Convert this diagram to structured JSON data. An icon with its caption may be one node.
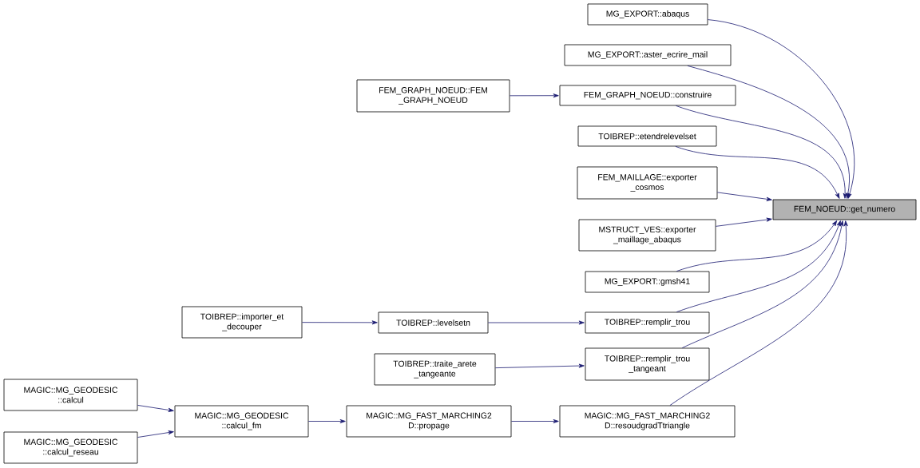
{
  "diagram": {
    "nodes": [
      {
        "text": [
          "FEM_NOEUD::get_numero"
        ]
      },
      {
        "text": [
          "MG_EXPORT::abaqus"
        ]
      },
      {
        "text": [
          "MG_EXPORT::aster_ecrire_mail"
        ]
      },
      {
        "text": [
          "FEM_GRAPH_NOEUD::construire"
        ]
      },
      {
        "text": [
          "FEM_GRAPH_NOEUD::FEM _GRAPH_NOEUD"
        ]
      },
      {
        "text": [
          "TOIBREP::etendrelevelset"
        ]
      },
      {
        "text": [
          "FEM_MAILLAGE::exporter _cosmos"
        ]
      },
      {
        "text": [
          "MSTRUCT_VES::exporter _maillage_abaqus"
        ]
      },
      {
        "text": [
          "MG_EXPORT::gmsh41"
        ]
      },
      {
        "text": [
          "TOIBREP::remplir_trou"
        ]
      },
      {
        "text": [
          "TOIBREP::levelsetn"
        ]
      },
      {
        "text": [
          "TOIBREP::importer_et _decouper"
        ]
      },
      {
        "text": [
          "TOIBREP::remplir_trou _tangeant"
        ]
      },
      {
        "text": [
          "TOIBREP::traite_arete _tangeante"
        ]
      },
      {
        "text": [
          "MAGIC::MG_FAST_MARCHING2 D::resoudgradTtriangle"
        ]
      },
      {
        "text": [
          "MAGIC::MG_FAST_MARCHING2 D::propage"
        ]
      },
      {
        "text": [
          "MAGIC::MG_GEODESIC ::calcul_fm"
        ]
      },
      {
        "text": [
          "MAGIC::MG_GEODESIC ::calcul"
        ]
      },
      {
        "text": [
          "MAGIC::MG_GEODESIC ::calcul_reseau"
        ]
      }
    ],
    "edges": [
      {
        "from": 1,
        "to": 0,
        "arrow": "to"
      },
      {
        "from": 2,
        "to": 0,
        "arrow": "to"
      },
      {
        "from": 3,
        "to": 0,
        "arrow": "to"
      },
      {
        "from": 4,
        "to": 3,
        "arrow": "to"
      },
      {
        "from": 5,
        "to": 0,
        "arrow": "to"
      },
      {
        "from": 6,
        "to": 0,
        "arrow": "to"
      },
      {
        "from": 7,
        "to": 0,
        "arrow": "to"
      },
      {
        "from": 8,
        "to": 0,
        "arrow": "to"
      },
      {
        "from": 9,
        "to": 0,
        "arrow": "to"
      },
      {
        "from": 10,
        "to": 9,
        "arrow": "to"
      },
      {
        "from": 11,
        "to": 10,
        "arrow": "to"
      },
      {
        "from": 12,
        "to": 0,
        "arrow": "to"
      },
      {
        "from": 13,
        "to": 12,
        "arrow": "to"
      },
      {
        "from": 14,
        "to": 0,
        "arrow": "to"
      },
      {
        "from": 15,
        "to": 14,
        "arrow": "to"
      },
      {
        "from": 16,
        "to": 15,
        "arrow": "to"
      },
      {
        "from": 17,
        "to": 16,
        "arrow": "to"
      },
      {
        "from": 18,
        "to": 16,
        "arrow": "to"
      }
    ]
  }
}
